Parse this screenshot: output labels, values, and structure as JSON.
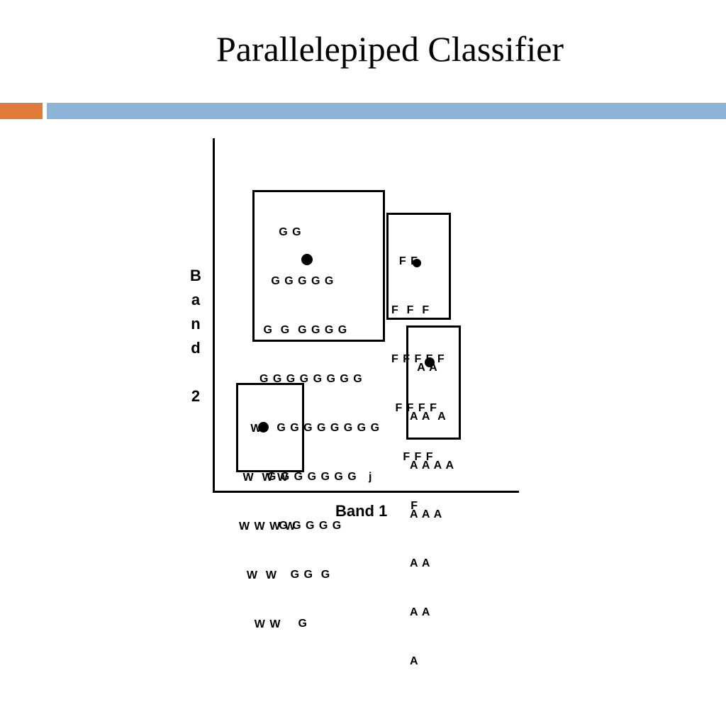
{
  "slide": {
    "title": "Parallelepiped Classifier",
    "accent_colors": {
      "orange": "#e07b39",
      "blue": "#8cb4d6"
    }
  },
  "diagram": {
    "x_axis_label": "Band 1",
    "y_axis_label_chars": [
      "B",
      "a",
      "n",
      "d",
      "",
      "2"
    ],
    "classes": {
      "grass": {
        "lines": [
          "     G G",
          "   G G G G G",
          " G  G  G G G G",
          "G G G G G G G G",
          "G  G G G G G G G G",
          "  G G G G G G G   j",
          "     G G G G G",
          "        G G  G",
          "          G"
        ]
      },
      "forest": {
        "lines": [
          "  F F",
          "F  F  F",
          "F F F F F",
          " F F F F",
          "   F F F",
          "     F"
        ]
      },
      "agriculture": {
        "lines": [
          "  A A",
          "A A  A",
          "A A A A",
          "A A A",
          "A A",
          "A A",
          "A"
        ]
      },
      "water": {
        "lines": [
          "   W",
          " W  W W",
          "W W W W",
          "  W  W",
          "    W W"
        ]
      }
    }
  }
}
